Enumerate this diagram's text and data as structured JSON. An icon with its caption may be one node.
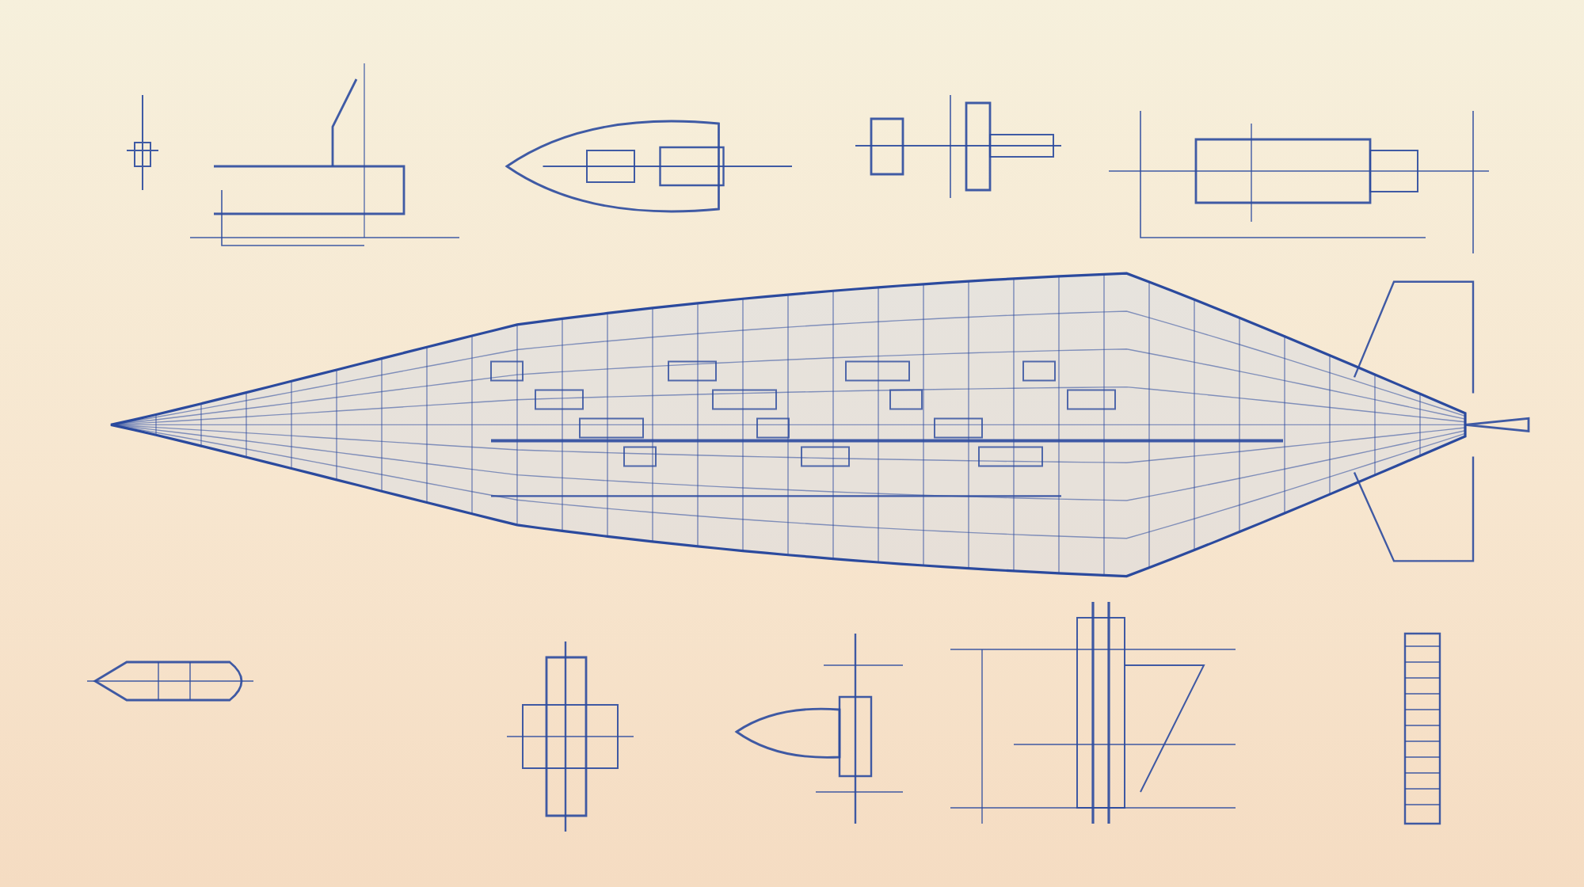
{
  "diagram": {
    "nodes": [
      {
        "text": [],
        "shape": "picture"
      },
      {
        "text": [],
        "shape": "picture"
      },
      {
        "text": [],
        "shape": "picture"
      },
      {
        "text": [],
        "shape": "picture"
      },
      {
        "text": [],
        "shape": "picture"
      },
      {
        "text": [],
        "shape": "picture"
      },
      {
        "text": [],
        "shape": "picture"
      },
      {
        "text": [],
        "shape": "picture"
      },
      {
        "text": [],
        "shape": "picture"
      },
      {
        "text": [],
        "shape": "picture"
      }
    ]
  }
}
